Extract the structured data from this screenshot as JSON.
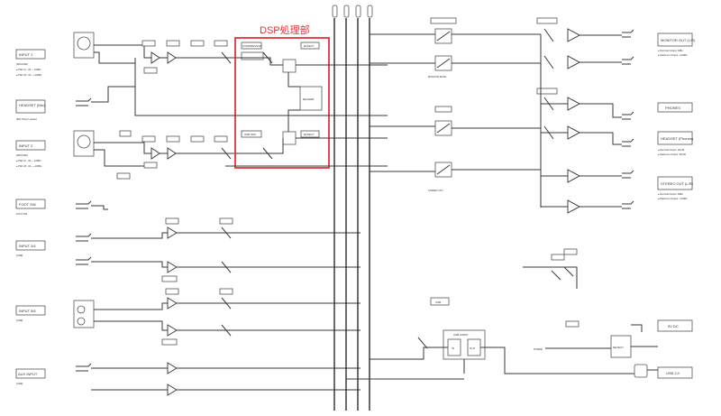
{
  "dsp_section": {
    "title": "DSP処理部",
    "color": "#e0343a"
  },
  "bus_icons": [
    "bus-1",
    "bus-2",
    "bus-3",
    "bus-4"
  ],
  "inputs": [
    {
      "label": "INPUT 1",
      "desc": "[MIC/LINE]",
      "spec1": "● PAD on: -60 ~ -16dBu",
      "spec2": "● PAD off: -34 ~ +10dBu"
    },
    {
      "label": "HEADSET (Mic)",
      "desc": "[MIC Plug-in power]",
      "spec1": "",
      "spec2": ""
    },
    {
      "label": "INPUT 2",
      "desc": "[MIC/LINE]",
      "spec1": "● PAD on: -60 ~ -16dBu",
      "spec2": "● PAD off: -34 ~ +10dBu"
    },
    {
      "label": "FOOT SW",
      "desc": "FOOT SW",
      "spec1": "",
      "spec2": ""
    },
    {
      "label": "INPUT 3/4",
      "desc": "[LINE]",
      "spec1": "",
      "spec2": ""
    },
    {
      "label": "INPUT 5/6",
      "desc": "[LINE]",
      "spec1": "",
      "spec2": ""
    },
    {
      "label": "AUX INPUT",
      "desc": "[LINE]",
      "spec1": "",
      "spec2": ""
    }
  ],
  "outputs": [
    {
      "label": "MONITOR OUT (L/R)",
      "spec": "● Nominal Output: 0dBu",
      "spec2": "● Maximum Output: +10dBu"
    },
    {
      "label": "PHONES",
      "spec": "",
      "spec2": ""
    },
    {
      "label": "HEADSET (Phones)",
      "spec": "● Nominal Output: 13mW",
      "spec2": "● Maximum Output: 30mW"
    },
    {
      "label": "STEREO OUT (L/R)",
      "spec": "● Nominal Output: 0dBu",
      "spec2": "● Maximum Output: +10dBu"
    },
    {
      "label": "5V DC",
      "spec": "",
      "spec2": ""
    },
    {
      "label": "USB 2.0",
      "spec": "",
      "spec2": ""
    }
  ],
  "blocks": {
    "compressor": "COMPRESSOR",
    "effect": "EFFECT",
    "reverb": "REVERB",
    "amp_sim": "AMP SIM",
    "usb": "USB",
    "usb_audio": "USB AUDIO",
    "in": "IN",
    "out": "OUT",
    "detect": "DETECT",
    "power": "POWER",
    "monitor_mute": "MONITOR MUTE",
    "stereo_out": "STEREO OUT"
  }
}
